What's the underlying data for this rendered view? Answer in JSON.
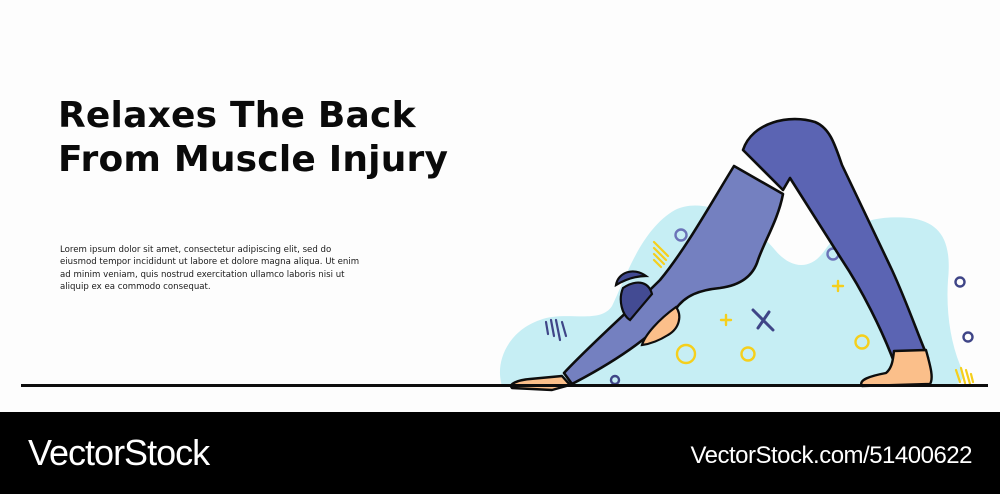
{
  "headline": {
    "line1": "Relaxes The Back",
    "line2": "From Muscle Injury"
  },
  "body_text": "Lorem ipsum dolor sit amet, consectetur adipiscing elit, sed do eiusmod tempor incididunt ut labore et dolore magna aliqua. Ut enim ad minim veniam, quis nostrud exercitation ullamco laboris nisi ut aliquip ex ea commodo consequat.",
  "illustration": {
    "subject": "person-in-downward-dog-yoga-pose",
    "colors": {
      "blob": "#c6eef4",
      "legs": "#5b64b3",
      "torso": "#7480c0",
      "hair": "#434b93",
      "skin": "#fbbf8a",
      "accent_yellow": "#f5cf1c",
      "accent_navy": "#3f4587",
      "outline": "#0d0d0d"
    }
  },
  "footer": {
    "brand": "VectorStock",
    "reference": "VectorStock.com/51400622"
  }
}
